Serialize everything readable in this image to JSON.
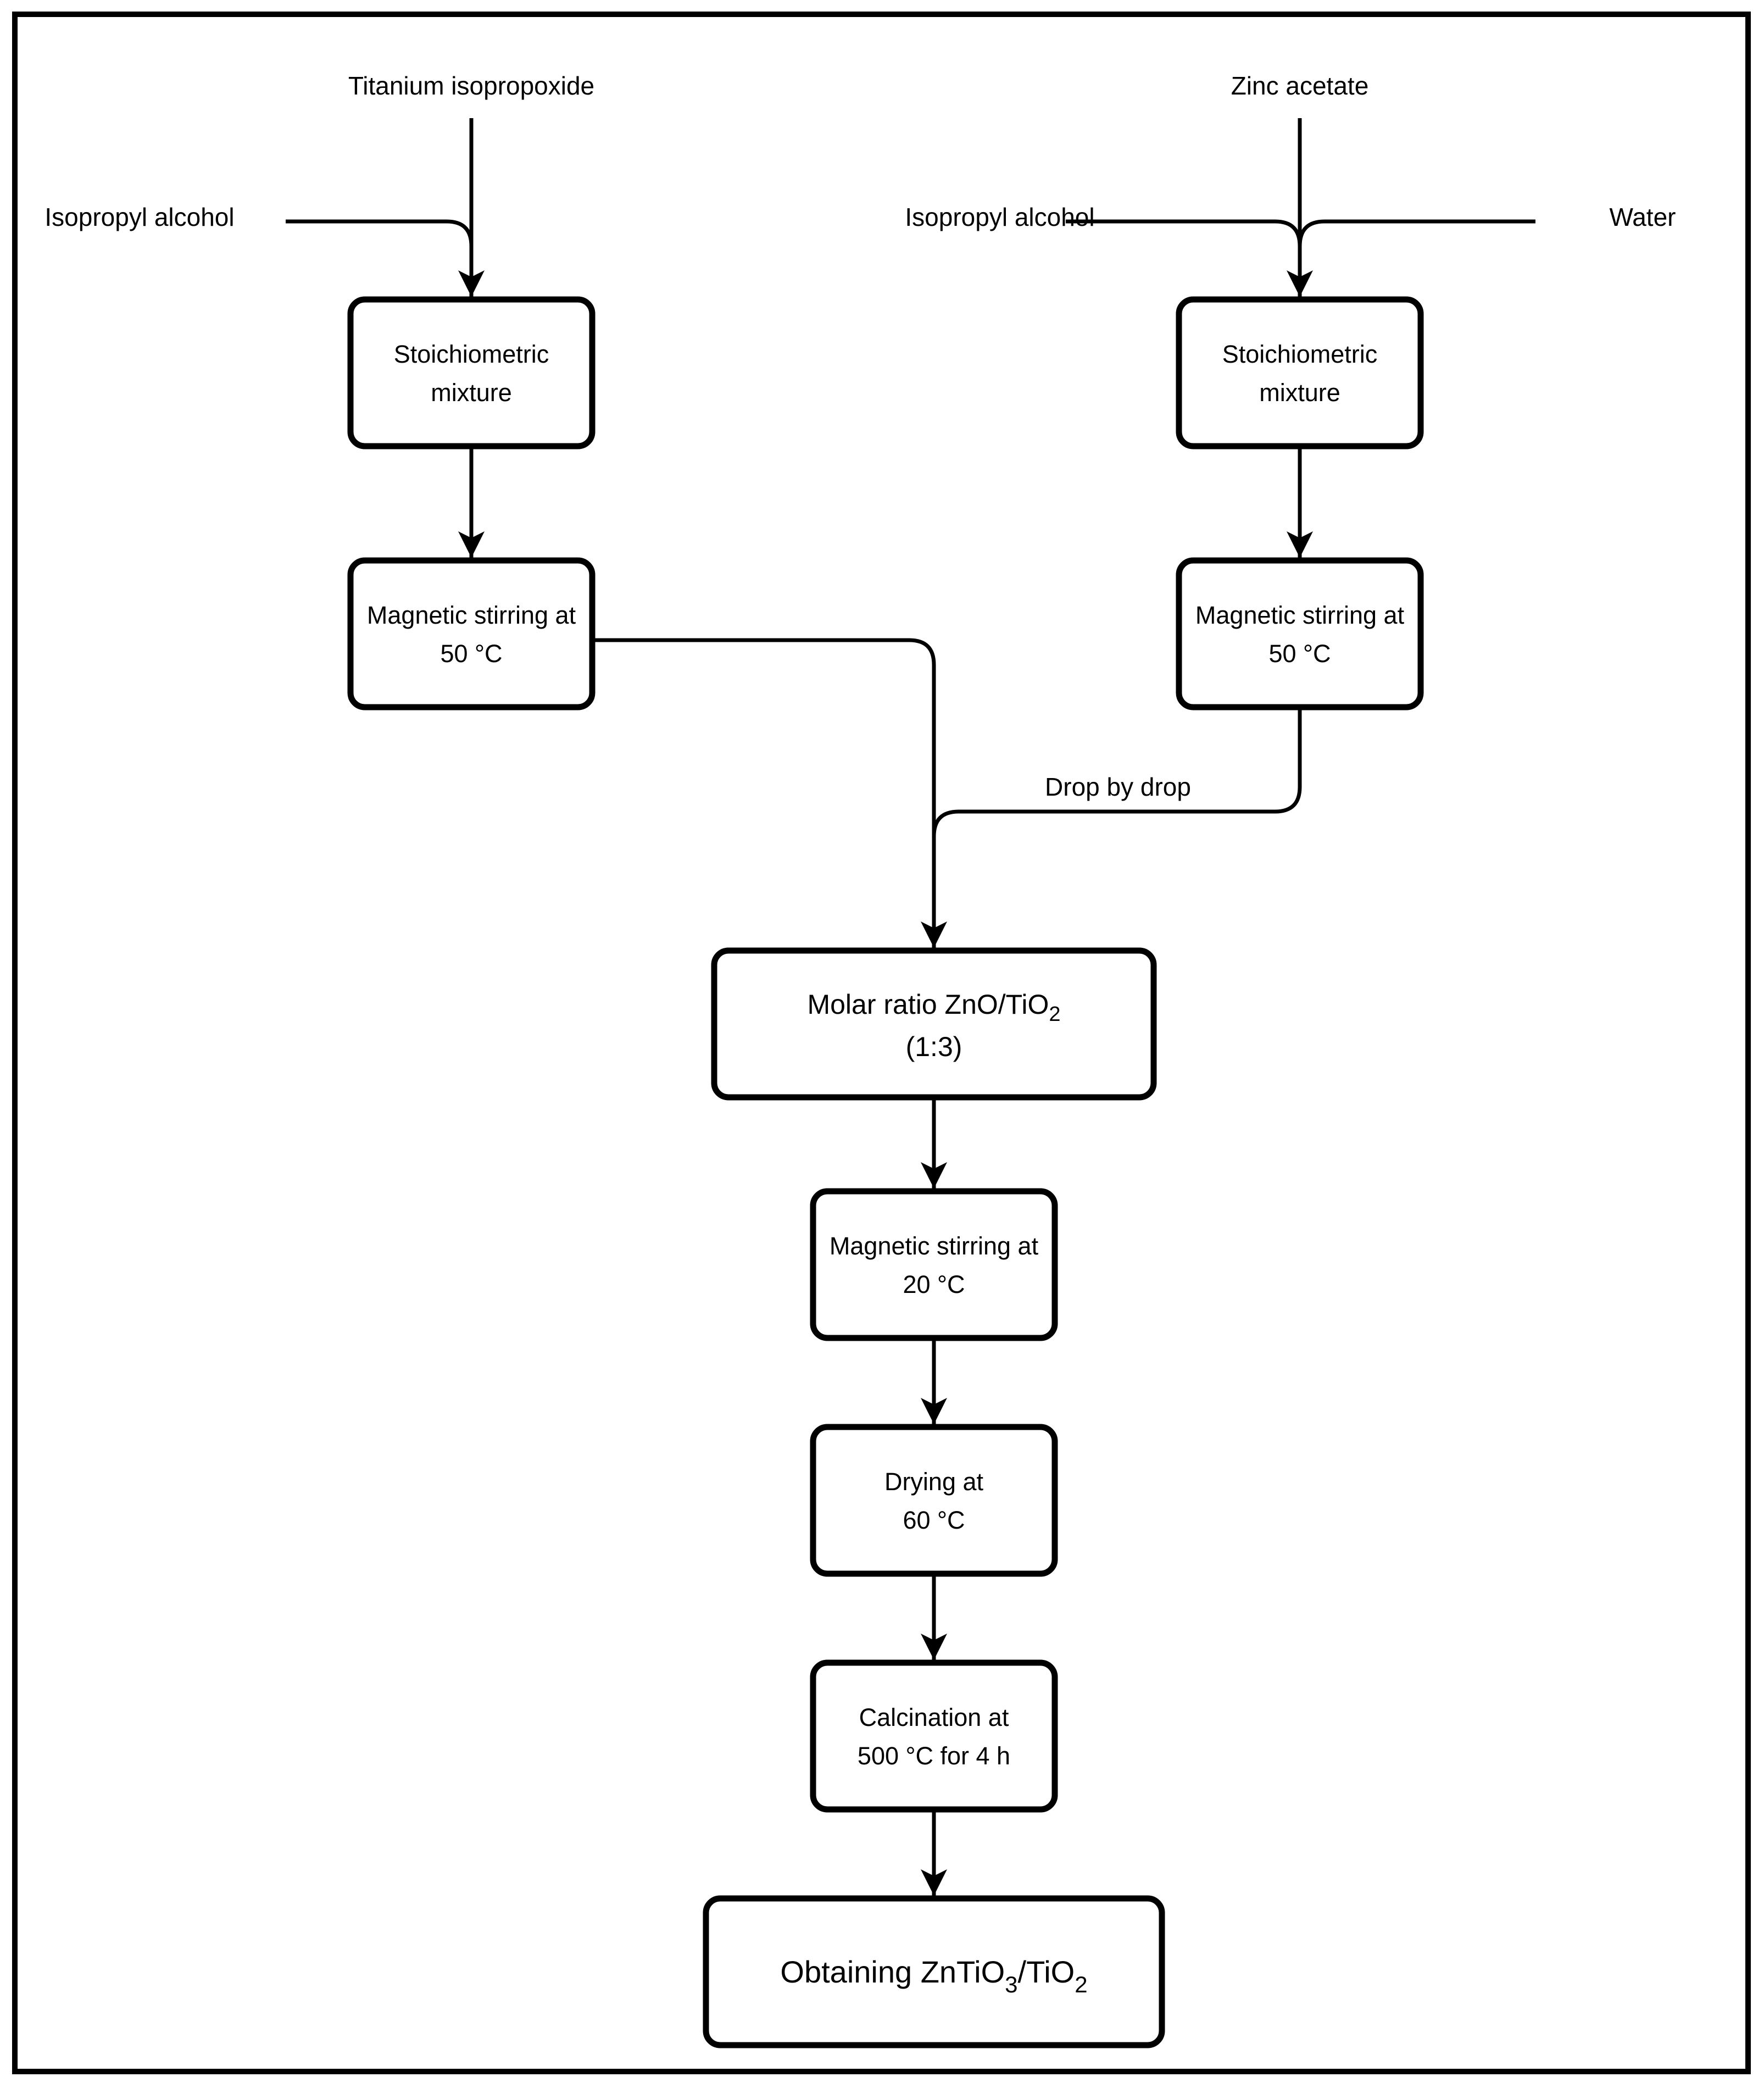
{
  "flowchart": {
    "colors": {
      "background": "#ffffff",
      "line": "#000000",
      "box_fill": "#ffffff",
      "text": "#000000"
    },
    "top_labels": {
      "titanium_isopropoxide": "Titanium isopropoxide",
      "zinc_acetate": "Zinc acetate"
    },
    "side_labels": {
      "isopropyl_alcohol_left": "Isopropyl alcohol",
      "isopropyl_alcohol_right": "Isopropyl alcohol",
      "water": "Water"
    },
    "edge_labels": {
      "drop_by_drop": "Drop by drop"
    },
    "boxes": {
      "stoichiometric_left": {
        "line1": "Stoichiometric",
        "line2": "mixture"
      },
      "magnetic_stirring_50_left": {
        "line1": "Magnetic stirring at",
        "line2": "50 °C"
      },
      "stoichiometric_right": {
        "line1": "Stoichiometric",
        "line2": "mixture"
      },
      "magnetic_stirring_50_right": {
        "line1": "Magnetic stirring at",
        "line2": "50 °C"
      },
      "molar_ratio": {
        "line1_main": "Molar ratio ZnO/TiO",
        "line1_sub": "2",
        "line2": "(1:3)"
      },
      "magnetic_stirring_20": {
        "line1": "Magnetic stirring at",
        "line2": "20 °C"
      },
      "drying": {
        "line1": "Drying at",
        "line2": "60 °C"
      },
      "calcination": {
        "line1": "Calcination at",
        "line2": "500 °C for 4 h"
      },
      "obtaining": {
        "part1": "Obtaining ZnTiO",
        "sub1": "3",
        "part2": "/TiO",
        "sub2": "2"
      }
    }
  }
}
